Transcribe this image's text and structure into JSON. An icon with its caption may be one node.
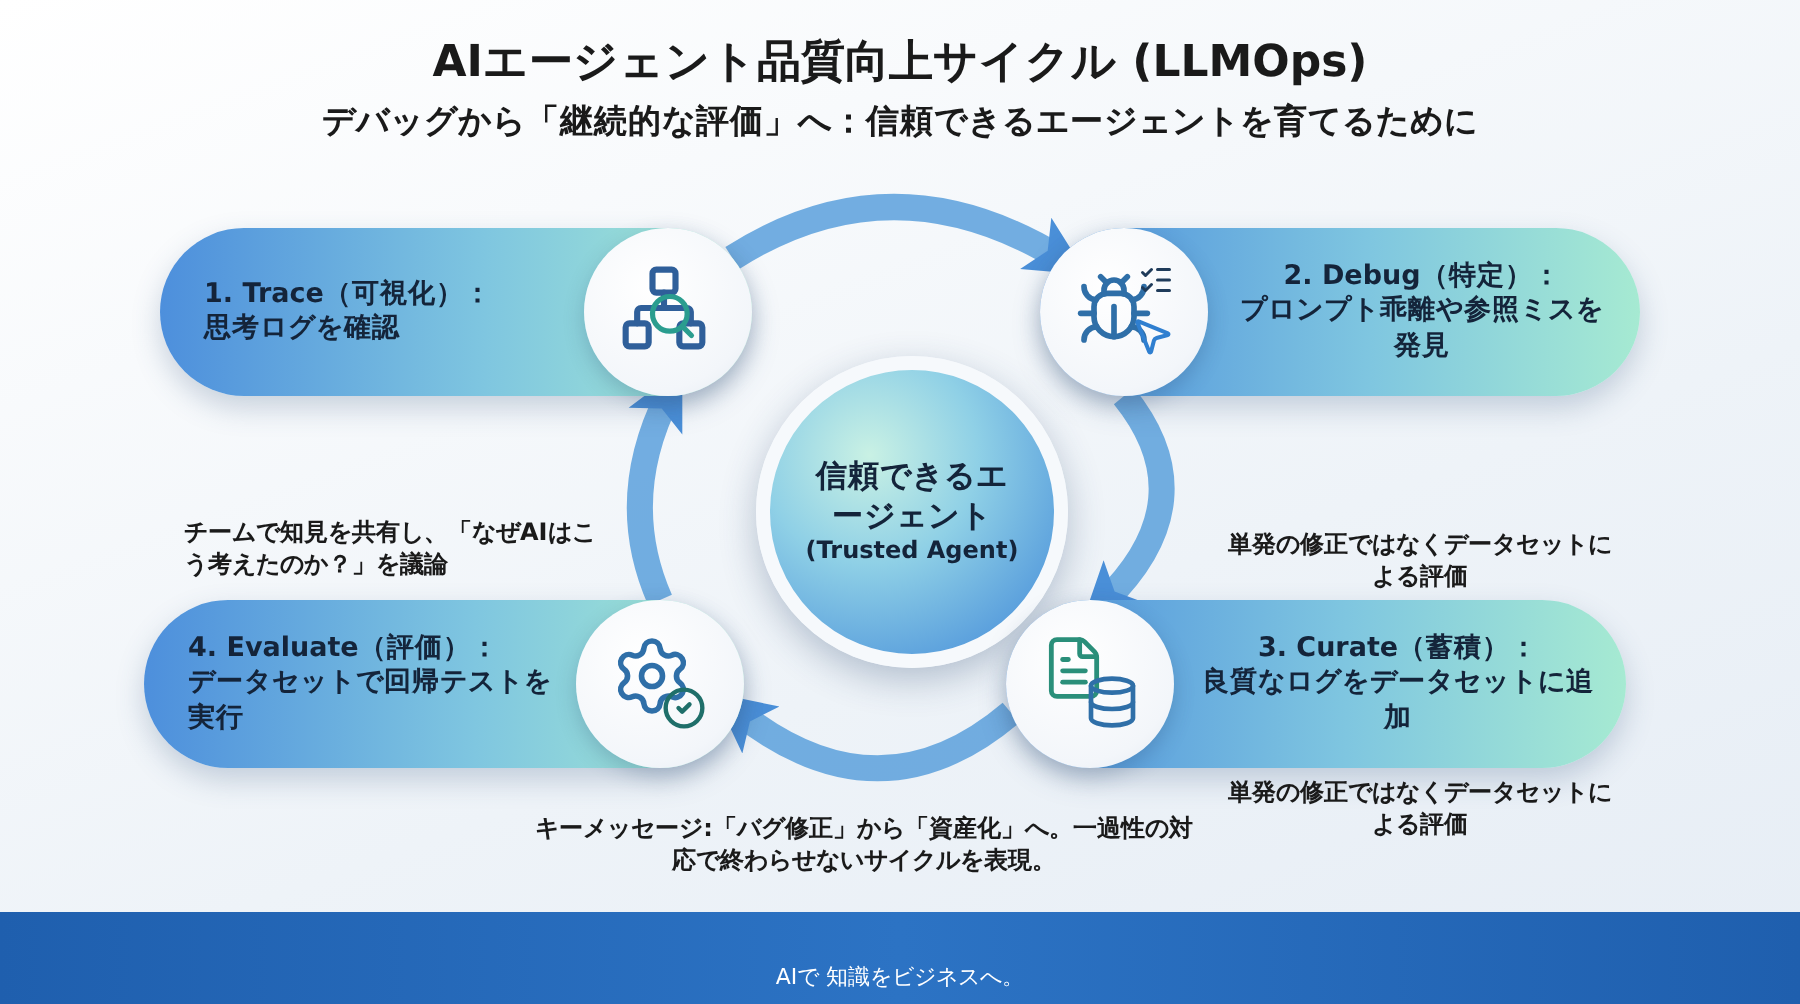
{
  "diagram": {
    "title": "AIエージェント品質向上サイクル (LLMOps)",
    "caption": "デバッグから「継続的な評価」へ：信頼できるエージェントを育てるために",
    "nodes": [
      {
        "text": [
          "信頼できるエージェント",
          "(Trusted Agent)"
        ]
      },
      {
        "text": [
          "1. Trace（可視化）：",
          "思考ログを確認"
        ]
      },
      {
        "text": [
          "2. Debug（特定）：",
          "プロンプト乖離や参照ミスを発見"
        ]
      },
      {
        "text": [
          "3. Curate（蓄積）：",
          "良質なログをデータセットに追加"
        ]
      },
      {
        "text": [
          "4. Evaluate（評価）：",
          "データセットで回帰テストを実行"
        ]
      }
    ],
    "edges": [
      {
        "from": 1,
        "to": 2,
        "arrow": "to"
      },
      {
        "from": 2,
        "to": 3,
        "arrow": "to"
      },
      {
        "from": 3,
        "to": 4,
        "arrow": "to"
      },
      {
        "from": 4,
        "to": 1,
        "arrow": "to"
      }
    ],
    "labels": [
      "チームで知見を共有し、「なぜAIはこう考えたのか？」を議論",
      "単発の修正ではなくデータセットによる評価",
      "単発の修正ではなくデータセットによる評価",
      "キーメッセージ:「バグ修正」から「資産化」へ。一過性の対応で終わらせないサイクルを表現。",
      "AIで 知識をビジネスへ。"
    ]
  }
}
